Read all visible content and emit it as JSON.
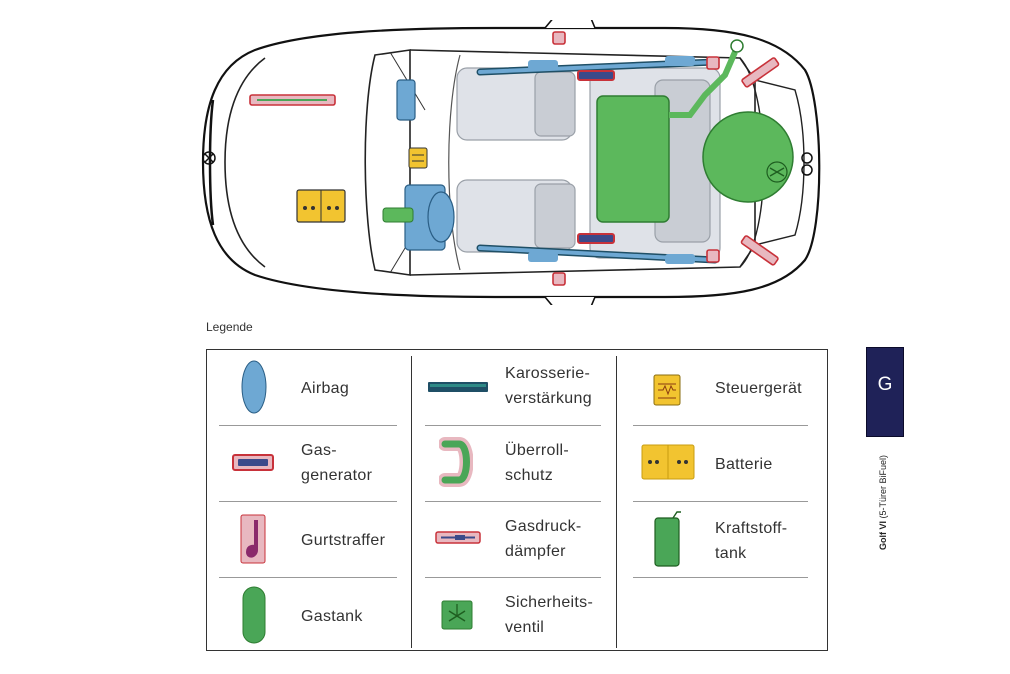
{
  "legend": {
    "title": "Legende",
    "items": [
      {
        "id": "airbag",
        "icon": "airbag-icon",
        "label": "Airbag"
      },
      {
        "id": "gasgenerator",
        "icon": "gas-generator-icon",
        "label": "Gas-\ngenerator"
      },
      {
        "id": "gurtstraffer",
        "icon": "seatbelt-tensioner-icon",
        "label": "Gurtstraffer"
      },
      {
        "id": "gastank",
        "icon": "gas-tank-icon",
        "label": "Gastank"
      },
      {
        "id": "karosserie",
        "icon": "body-reinforcement-icon",
        "label": "Karosserie-\nverstärkung"
      },
      {
        "id": "ueberroll",
        "icon": "rollover-protection-icon",
        "label": "Überroll-\nschutz"
      },
      {
        "id": "gasdruck",
        "icon": "gas-strut-icon",
        "label": "Gasdruck-\ndämpfer"
      },
      {
        "id": "sicherheit",
        "icon": "safety-valve-icon",
        "label": "Sicherheits-\nventil"
      },
      {
        "id": "steuergeraet",
        "icon": "control-unit-icon",
        "label": "Steuergerät"
      },
      {
        "id": "batterie",
        "icon": "battery-icon",
        "label": "Batterie"
      },
      {
        "id": "kraftstoff",
        "icon": "fuel-tank-icon",
        "label": "Kraftstoff-\ntank"
      }
    ]
  },
  "tab": {
    "letter": "G"
  },
  "side_label": {
    "model": "Golf VI",
    "variant": "(5-Türer BiFuel)"
  },
  "colors": {
    "airbag": "#6ea8d3",
    "gas_generator": "#c8323a",
    "gas_tank": "#4aa657",
    "body_reinforcement": "#1f4f66",
    "control_unit": "#f2c430",
    "pink": "#e8b8c0",
    "tab": "#1f2258"
  }
}
